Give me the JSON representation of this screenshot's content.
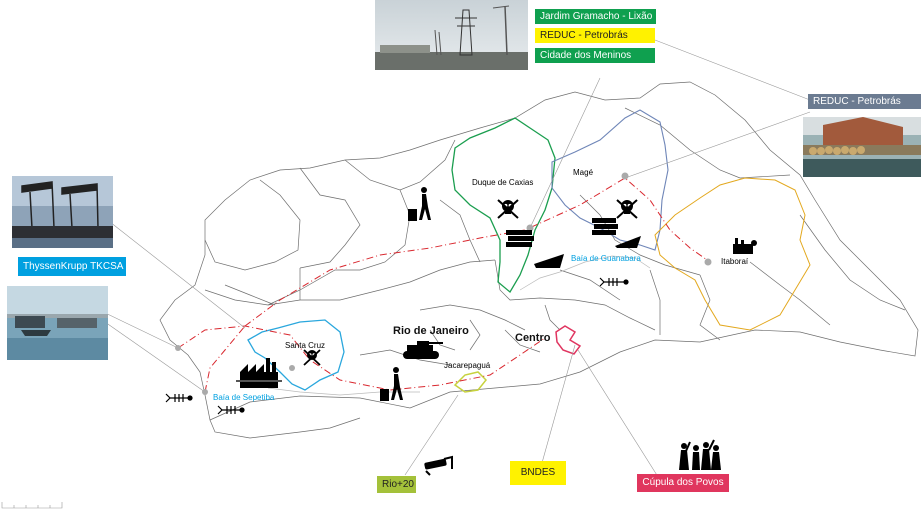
{
  "labels": {
    "jardim_gramacho": "Jardim Gramacho - Lixão",
    "reduc_petrobras_top": "REDUC - Petrobrás",
    "cidade_dos_meninos": "Cidade dos Meninos",
    "reduc_petrobras_right": "REDUC - Petrobrás",
    "thyssenkrupp": "ThyssenKrupp TKCSA",
    "duque_de_caxias": "Duque de Caxias",
    "mage": "Magé",
    "itaborai": "Itaboraí",
    "baia_de_guanabara": "Baía de Guanabara",
    "rio_de_janeiro": "Rio de Janeiro",
    "centro": "Centro",
    "jacarepagua": "Jacarepaguá",
    "santa_cruz": "Santa Cruz",
    "baia_de_sepetiba": "Baía de Sepetiba",
    "rio20": "Rio+20",
    "bndes": "BNDES",
    "cupula_dos_povos": "Cúpula dos Povos"
  },
  "colors": {
    "green": "#0fa04f",
    "yellow": "#fff200",
    "cyan": "#00a0e0",
    "slate": "#6b7b91",
    "olive": "#a4c13a",
    "crimson": "#e0365e",
    "route": "#d9272e",
    "duque_border": "#1b9e4f",
    "mage_border": "#6f86b8",
    "itaborai_border": "#e3a81e",
    "santa_cruz_border": "#2aa7dd",
    "jacarepagua_border": "#c7d23d",
    "centro_border": "#e03560"
  },
  "icons": [
    "skull-icon",
    "traveler-icon",
    "tank-icon",
    "factory-icon",
    "fish-skeleton-icon",
    "pipes-icon",
    "ship-icon",
    "surveillance-camera-icon",
    "protesters-icon"
  ]
}
